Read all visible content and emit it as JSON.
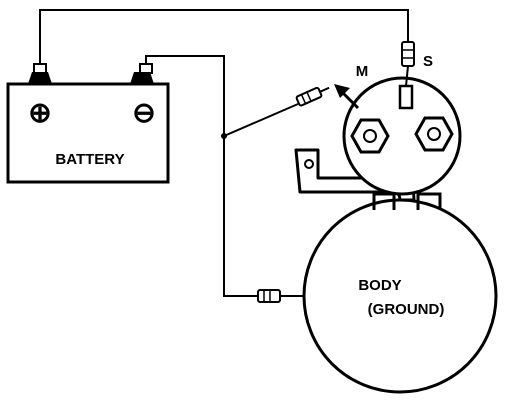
{
  "labels": {
    "battery": "BATTERY",
    "body_line1": "BODY",
    "body_line2": "(GROUND)",
    "terminal_m": "M",
    "terminal_s": "S",
    "plus_symbol": "⊕",
    "minus_symbol": "⊖"
  },
  "colors": {
    "ink": "#000000",
    "paper": "#ffffff"
  }
}
